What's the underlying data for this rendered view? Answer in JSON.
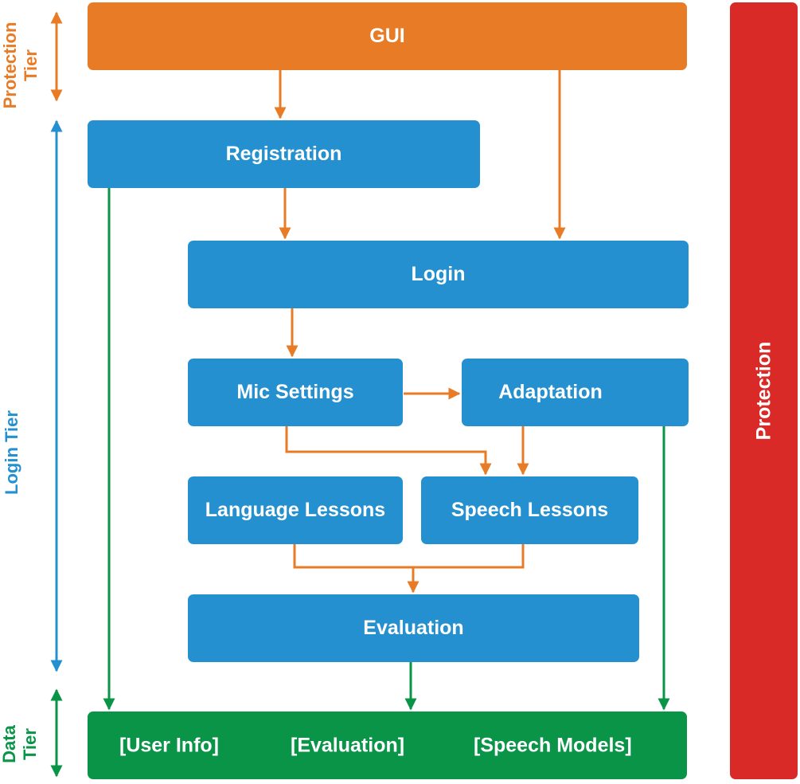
{
  "boxes": {
    "gui": "GUI",
    "registration": "Registration",
    "login": "Login",
    "mic_settings": "Mic Settings",
    "adaptation": "Adaptation",
    "language_lessons": "Language Lessons",
    "speech_lessons": "Speech Lessons",
    "evaluation": "Evaluation"
  },
  "data_store": {
    "user_info": "[User Info]",
    "evaluation": "[Evaluation]",
    "speech_models": "[Speech Models]"
  },
  "protection_bar": "Protection",
  "tiers": {
    "protection": [
      "Protection",
      "Tier"
    ],
    "login": "Login Tier",
    "data": [
      "Data",
      "Tier"
    ]
  },
  "colors": {
    "blue": "#2490d0",
    "orange": "#e87b25",
    "green": "#0a9447",
    "red": "#d92a27"
  }
}
